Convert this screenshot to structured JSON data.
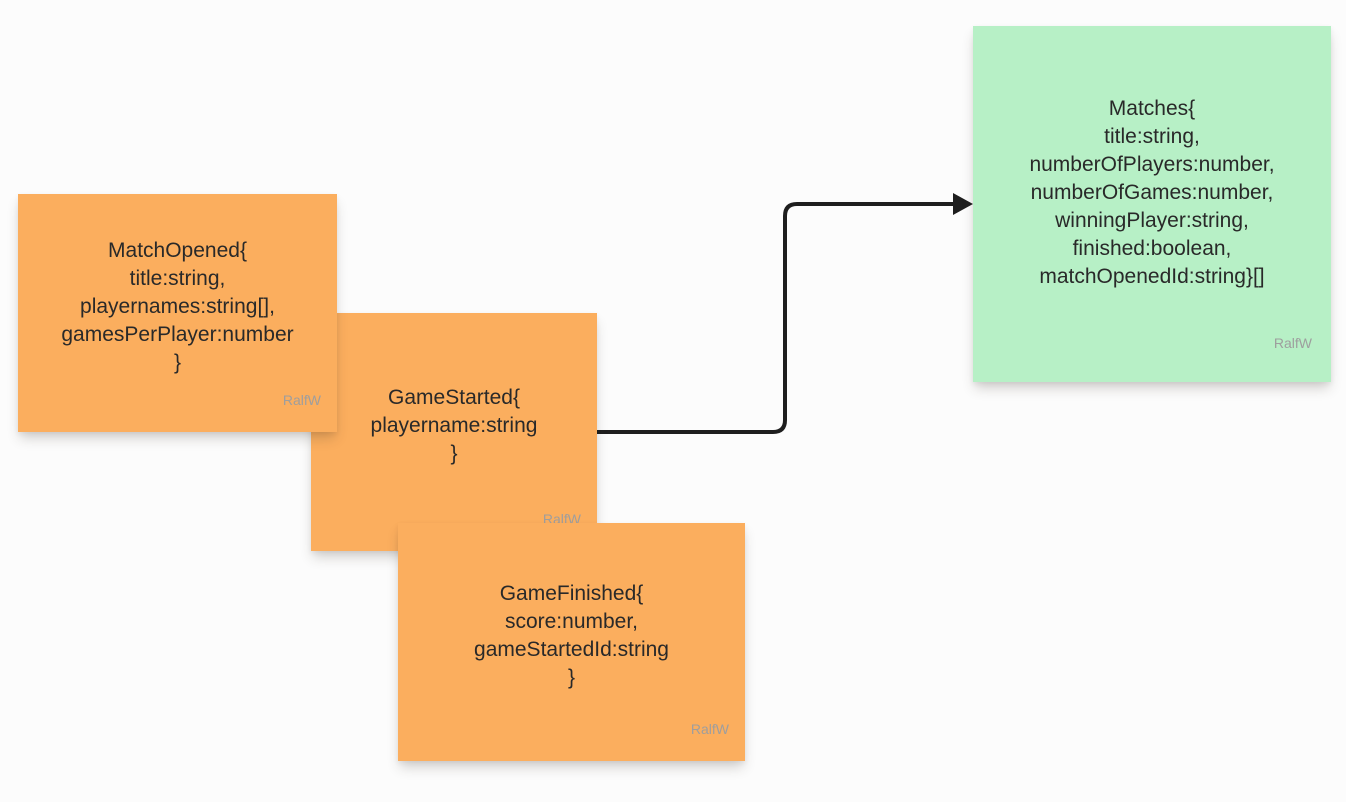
{
  "canvas": {
    "background": "#FCFCFC"
  },
  "colors": {
    "sticky_orange": "#FBAE5E",
    "sticky_green": "#B7F0C6",
    "connector_black": "#1E1E1E",
    "note_text": "#292929",
    "author_gray": "#9E9E9E"
  },
  "notes": [
    {
      "name": "match-opened",
      "color": "orange",
      "lines": [
        "MatchOpened{",
        "title:string,",
        "playernames:string[],",
        "gamesPerPlayer:number",
        "}"
      ],
      "author": "RalfW"
    },
    {
      "name": "game-started",
      "color": "orange",
      "lines": [
        "GameStarted{",
        "playername:string",
        "}"
      ],
      "author": "RalfW"
    },
    {
      "name": "game-finished",
      "color": "orange",
      "lines": [
        "GameFinished{",
        "score:number,",
        "gameStartedId:string",
        "}"
      ],
      "author": "RalfW"
    },
    {
      "name": "matches",
      "color": "green",
      "lines": [
        "Matches{",
        "title:string,",
        "numberOfPlayers:number,",
        "numberOfGames:number,",
        "winningPlayer:string,",
        "finished:boolean,",
        "matchOpenedId:string}[]"
      ],
      "author": "RalfW"
    }
  ],
  "connector": {
    "from": "game-started",
    "to": "matches",
    "type": "elbow-arrow"
  }
}
